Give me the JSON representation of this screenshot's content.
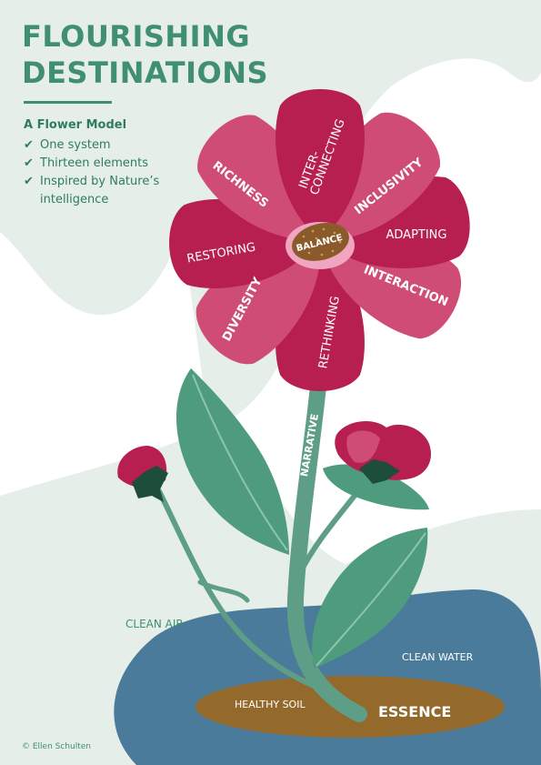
{
  "title_line1": "FLOURISHING",
  "title_line2": "DESTINATIONS",
  "subtitle": "A Flower Model",
  "checklist": [
    "One system",
    "Thirteen elements",
    "Inspired by Nature’s intelligence"
  ],
  "check_glyph": "✔",
  "petals": {
    "richness": "RICHNESS",
    "interconnecting_1": "INTER-",
    "interconnecting_2": "CONNECTING",
    "inclusivity": "INCLUSIVITY",
    "restoring": "RESTORING",
    "adapting": "ADAPTING",
    "interaction": "INTERACTION",
    "diversity": "DIVERSITY",
    "rethinking": "RETHINKING"
  },
  "center": "BALANCE",
  "stem": "NARRATIVE",
  "environment": {
    "air": "CLEAN AIR",
    "water": "CLEAN WATER",
    "soil": "HEALTHY SOIL",
    "root": "ESSENCE"
  },
  "credit": "© Ellen Schulten",
  "colors": {
    "title_green": "#3f8f70",
    "petal_dark": "#b61f4f",
    "petal_light": "#cf4d74",
    "leaf": "#4e9c7d",
    "stem": "#5f9e86",
    "water": "#4a7b9a",
    "soil": "#946a2c",
    "backdrop": "#e6eeea"
  }
}
